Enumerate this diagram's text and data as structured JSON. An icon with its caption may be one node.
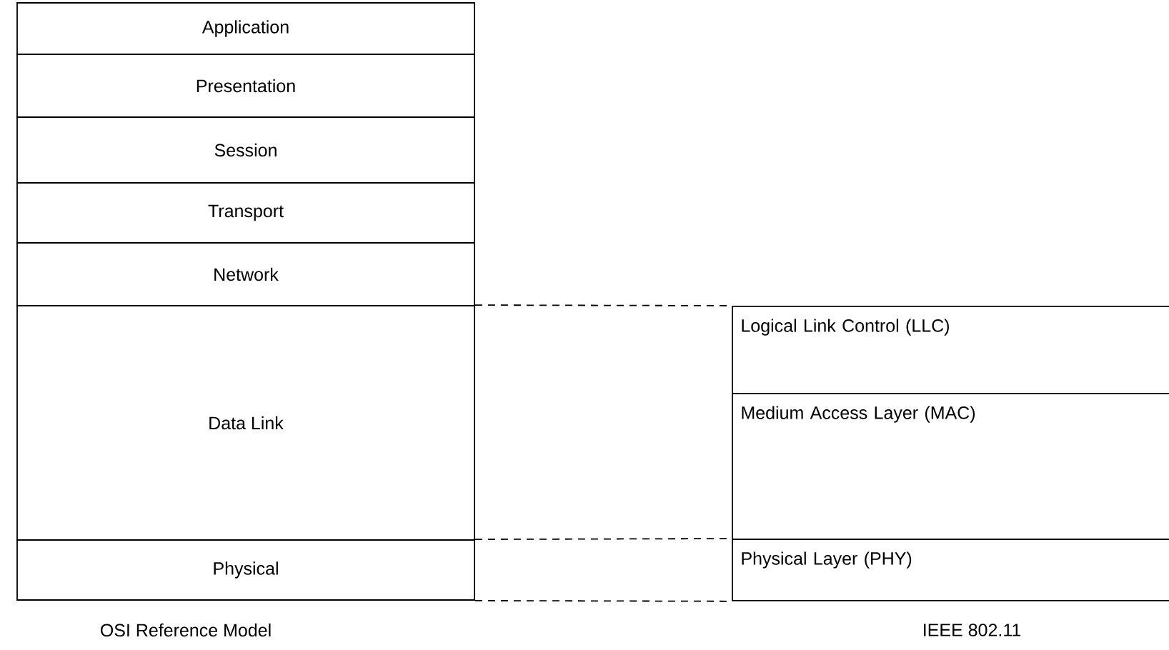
{
  "diagram": {
    "nodes": [
      {
        "text": [
          "Application"
        ]
      },
      {
        "text": [
          "Presentation"
        ]
      },
      {
        "text": [
          "Session"
        ]
      },
      {
        "text": [
          "Transport"
        ]
      },
      {
        "text": [
          "Network"
        ]
      },
      {
        "text": [
          "Data Link"
        ]
      },
      {
        "text": [
          "Physical"
        ]
      },
      {
        "text": [
          "Logical Link Control (LLC)"
        ]
      },
      {
        "text": [
          "Medium Access Layer (MAC)"
        ]
      },
      {
        "text": [
          "Physical Layer (PHY)"
        ]
      }
    ],
    "edges": [
      {
        "from": 5,
        "to": 7,
        "arrow": "none",
        "style": "dashed"
      },
      {
        "from": 6,
        "to": 9,
        "arrow": "none",
        "style": "dashed"
      },
      {
        "from": 6,
        "to": 9,
        "arrow": "none",
        "style": "dashed"
      }
    ],
    "labels": [
      "OSI Reference Model",
      "IEEE 802.11"
    ]
  }
}
